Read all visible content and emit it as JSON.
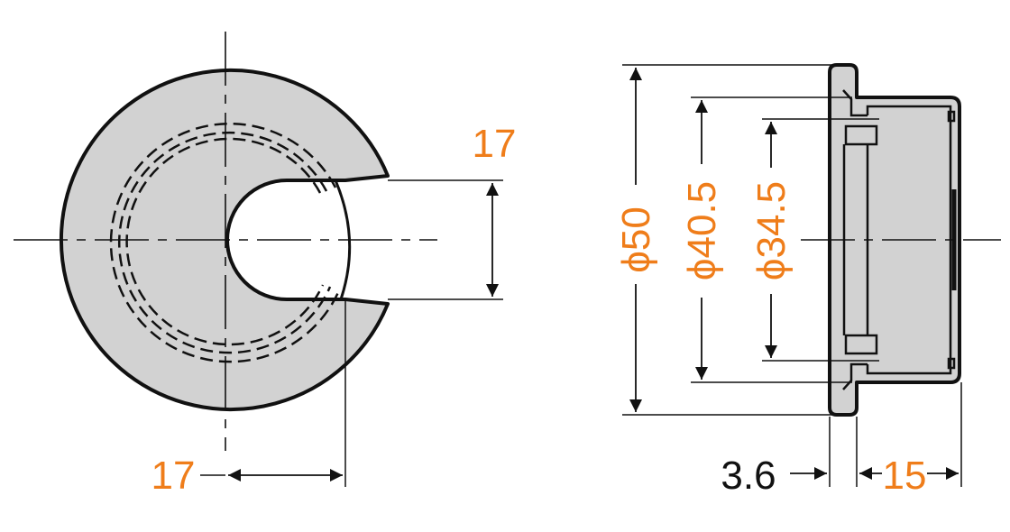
{
  "colors": {
    "dimension_text": "#ef7d1a",
    "body_fill": "#d2d2d2",
    "line": "#111111"
  },
  "front_view": {
    "slot_width_label": "17",
    "slot_offset_label": "17"
  },
  "side_view": {
    "outer_diameter_label": "ϕ50",
    "middle_diameter_label": "ϕ40.5",
    "inner_diameter_label": "ϕ34.5",
    "flange_thickness_label": "3.6",
    "body_depth_label": "15"
  }
}
